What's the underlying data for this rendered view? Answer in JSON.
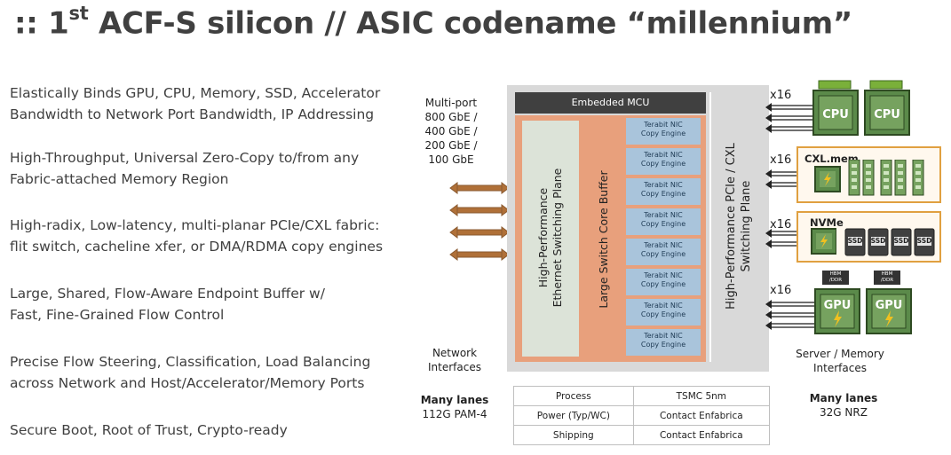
{
  "title": {
    "prefix": ":: 1",
    "sup": "st",
    "rest": " ACF-S silicon // ASIC codename “millennium”"
  },
  "bullets": [
    [
      "Elastically Binds GPU, CPU, Memory, SSD, Accelerator",
      "Bandwidth to Network Port Bandwidth, IP Addressing"
    ],
    [
      "High-Throughput, Universal Zero-Copy to/from any",
      "Fabric-attached Memory Region"
    ],
    [
      "High-radix, Low-latency, multi-planar PCIe/CXL fabric:",
      "flit switch, cacheline xfer, or DMA/RDMA copy engines"
    ],
    [
      "Large, Shared, Flow-Aware Endpoint Buffer w/",
      "Fast, Fine-Grained Flow Control"
    ],
    [
      "Precise Flow Steering, Classification, Load Balancing",
      "across Network and Host/Accelerator/Memory Ports"
    ],
    [
      "Secure Boot, Root of Trust, Crypto-ready"
    ]
  ],
  "diagram": {
    "ports": [
      "Multi-port",
      "800 GbE /",
      "400 GbE /",
      "200 GbE /",
      "100 GbE"
    ],
    "network_interfaces": [
      "Network",
      "Interfaces"
    ],
    "network_lanes": {
      "title": "Many lanes",
      "detail": "112G PAM-4"
    },
    "mcu": "Embedded MCU",
    "eth_plane": [
      "High-Performance",
      "Ethernet Switching Plane"
    ],
    "core_buffer": "Large Switch Core Buffer",
    "nic_engine": [
      "Terabit NIC",
      "Copy Engine"
    ],
    "pcie_plane": [
      "High-Performance PCIe / CXL",
      "Switching Plane"
    ],
    "x16": "x16",
    "cpu": "CPU",
    "cxl_mem": "CXL.mem",
    "nvme": "NVMe",
    "ssd": "SSD",
    "hbm": [
      "HBM",
      "/DDR"
    ],
    "gpu": "GPU",
    "server_interfaces": [
      "Server / Memory",
      "Interfaces"
    ],
    "server_lanes": {
      "title": "Many lanes",
      "detail": "32G NRZ"
    },
    "spec_table": [
      [
        "Process",
        "TSMC 5nm"
      ],
      [
        "Power (Typ/WC)",
        "Contact Enfabrica"
      ],
      [
        "Shipping",
        "Contact Enfabrica"
      ]
    ]
  },
  "colors": {
    "text": "#404040",
    "eth_outer": "#e8a07c",
    "eth_plane": "#dce3d8",
    "nic": "#a9c4db",
    "chip_bg": "#d9d9d9",
    "card_border": "#e0a040",
    "chip_green": "#5b8a4a",
    "arrow": "#b07038"
  }
}
